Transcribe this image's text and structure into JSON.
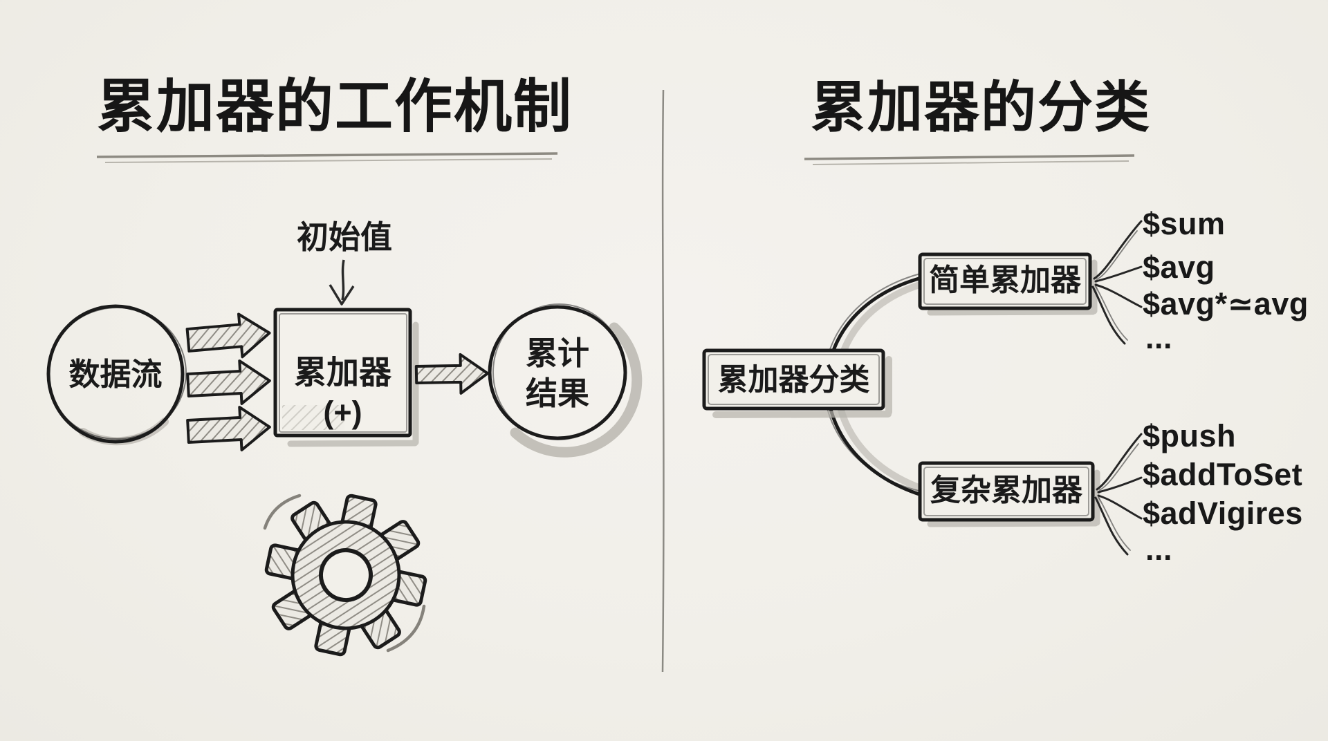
{
  "colors": {
    "paper": "#f1efe9",
    "ink": "#1b1b1b",
    "pencil_shade": "#b5b2ab",
    "hatch_line": "#8f8c85"
  },
  "left_panel": {
    "title": "累加器的工作机制",
    "initial_value_label": "初始值",
    "data_stream_label": "数据流",
    "accumulator_label": "累加器",
    "accumulator_operator": "(+)",
    "result_label_line1": "累计",
    "result_label_line2": "结果",
    "icons": {
      "gear": "gear-icon"
    }
  },
  "right_panel": {
    "title": "累加器的分类",
    "root_label": "累加器分类",
    "branches": [
      {
        "label": "简单累加器",
        "items": [
          "$sum",
          "$avg",
          "$avg*≃avg",
          "..."
        ]
      },
      {
        "label": "复杂累加器",
        "items": [
          "$push",
          "$addToSet",
          "$adVigires",
          "..."
        ]
      }
    ]
  }
}
